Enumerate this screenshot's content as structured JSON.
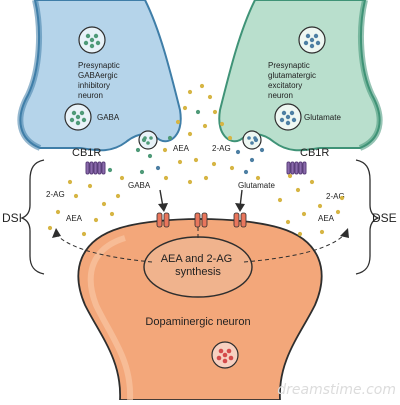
{
  "diagram": {
    "presynaptic_gaba": {
      "title_lines": [
        "Presynaptic",
        "GABAergic",
        "inhibitory",
        "neuron"
      ],
      "vesicle_label": "GABA",
      "receptor_label": "CB1R"
    },
    "presynaptic_glutamate": {
      "title_lines": [
        "Presynaptic",
        "glutamatergic",
        "excitatory",
        "neuron"
      ],
      "vesicle_label": "Glutamate",
      "receptor_label": "CB1R"
    },
    "cleft_labels": {
      "gaba": "GABA",
      "glutamate": "Glutamate",
      "aea_center": "AEA",
      "two_ag_center": "2-AG",
      "left_two_ag": "2-AG",
      "left_aea": "AEA",
      "right_two_ag": "2-AG",
      "right_aea": "AEA"
    },
    "side_labels": {
      "left": "DSI",
      "right": "DSE"
    },
    "postsynaptic": {
      "synthesis_lines": [
        "AEA and 2-AG",
        "synthesis"
      ],
      "neuron_label": "Dopaminergic neuron"
    },
    "watermark": "dreamstime.com"
  },
  "colors": {
    "gaba_neuron": "#b5d4ea",
    "gaba_outline": "#3f7ea8",
    "glutamate_neuron": "#b9dfcd",
    "glutamate_outline": "#3f9377",
    "dopaminergic_neuron": "#f3a77a",
    "dopaminergic_outline": "#2e2e2e",
    "receptor": "#e9765c",
    "cb1r": "#8a6aac",
    "dot_yellow": "#d6b544",
    "dot_green": "#4f9a78",
    "dot_blue": "#4d7fa3"
  }
}
